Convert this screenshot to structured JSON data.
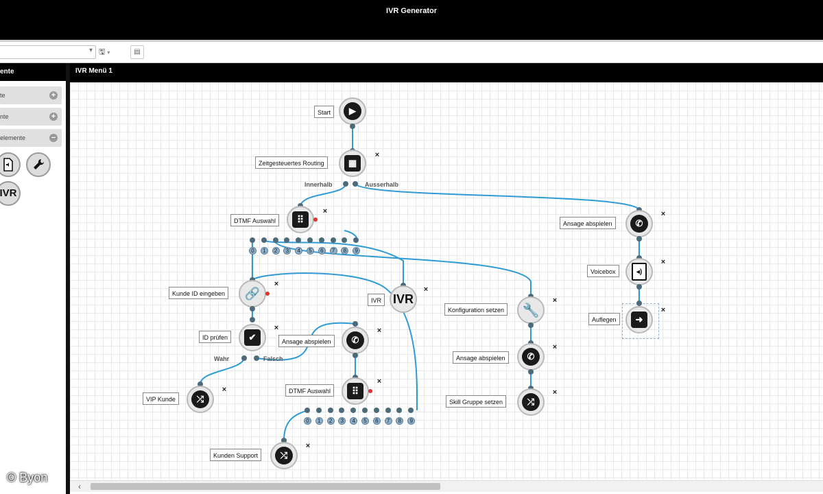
{
  "window": {
    "title": "IVR Generator"
  },
  "toolbar": {
    "menu_select_value": "",
    "icons": [
      "save-icon",
      "chevron-down-icon",
      "trash-icon"
    ]
  },
  "sidebar": {
    "header": "ente",
    "sections": [
      {
        "label": "te",
        "state": "collapsed"
      },
      {
        "label": "nte",
        "state": "collapsed"
      },
      {
        "label": "elemente",
        "state": "expanded"
      }
    ],
    "palette_icons": [
      "voicebox-icon",
      "wrench-icon",
      "ivr-icon"
    ],
    "palette_ivr_text": "IVR"
  },
  "canvas": {
    "tab_title": "IVR Menü 1",
    "nodes": {
      "start": "Start",
      "zeitrouting": "Zeitgesteuertes Routing",
      "dtmf1": "DTMF Auswahl",
      "ansage_right": "Ansage abspielen",
      "voicebox": "Voicebox",
      "auflegen": "Auflegen",
      "kunde_id": "Kunde ID eingeben",
      "ivr": "IVR",
      "ivr_icon_text": "IVR",
      "konfig": "Konfiguration setzen",
      "id_pruefen": "ID prüfen",
      "ansage_mid": "Ansage abspielen",
      "ansage_lower": "Ansage abspielen",
      "vip": "VIP Kunde",
      "dtmf2": "DTMF Auswahl",
      "skill": "Skill Gruppe setzen",
      "support": "Kunden Support"
    },
    "ports": {
      "innerhalb": "Innerhalb",
      "ausserhalb": "Ausserhalb",
      "wahr": "Wahr",
      "falsch": "Falsch"
    },
    "digits": [
      "0",
      "1",
      "2",
      "3",
      "4",
      "5",
      "6",
      "7",
      "8",
      "9"
    ],
    "close_symbol": "×"
  },
  "watermark": "© Byon",
  "colors": {
    "edge": "#2e9bd6",
    "header": "#000000",
    "node_inner": "#1a1a1a"
  }
}
